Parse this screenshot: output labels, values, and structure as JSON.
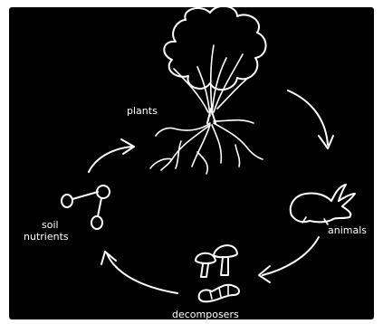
{
  "diagram": {
    "labels": {
      "plants": "plants",
      "animals": "animals",
      "decomposers": "decomposers",
      "soil_nutrients_line1": "soil",
      "soil_nutrients_line2": "nutrients"
    },
    "colors": {
      "background": "#000000",
      "line": "#ffffff"
    },
    "icons": [
      "tree-icon",
      "rabbit-icon",
      "mushroom-icon",
      "worm-icon",
      "molecule-icon",
      "cycle-arrow-icon"
    ]
  }
}
